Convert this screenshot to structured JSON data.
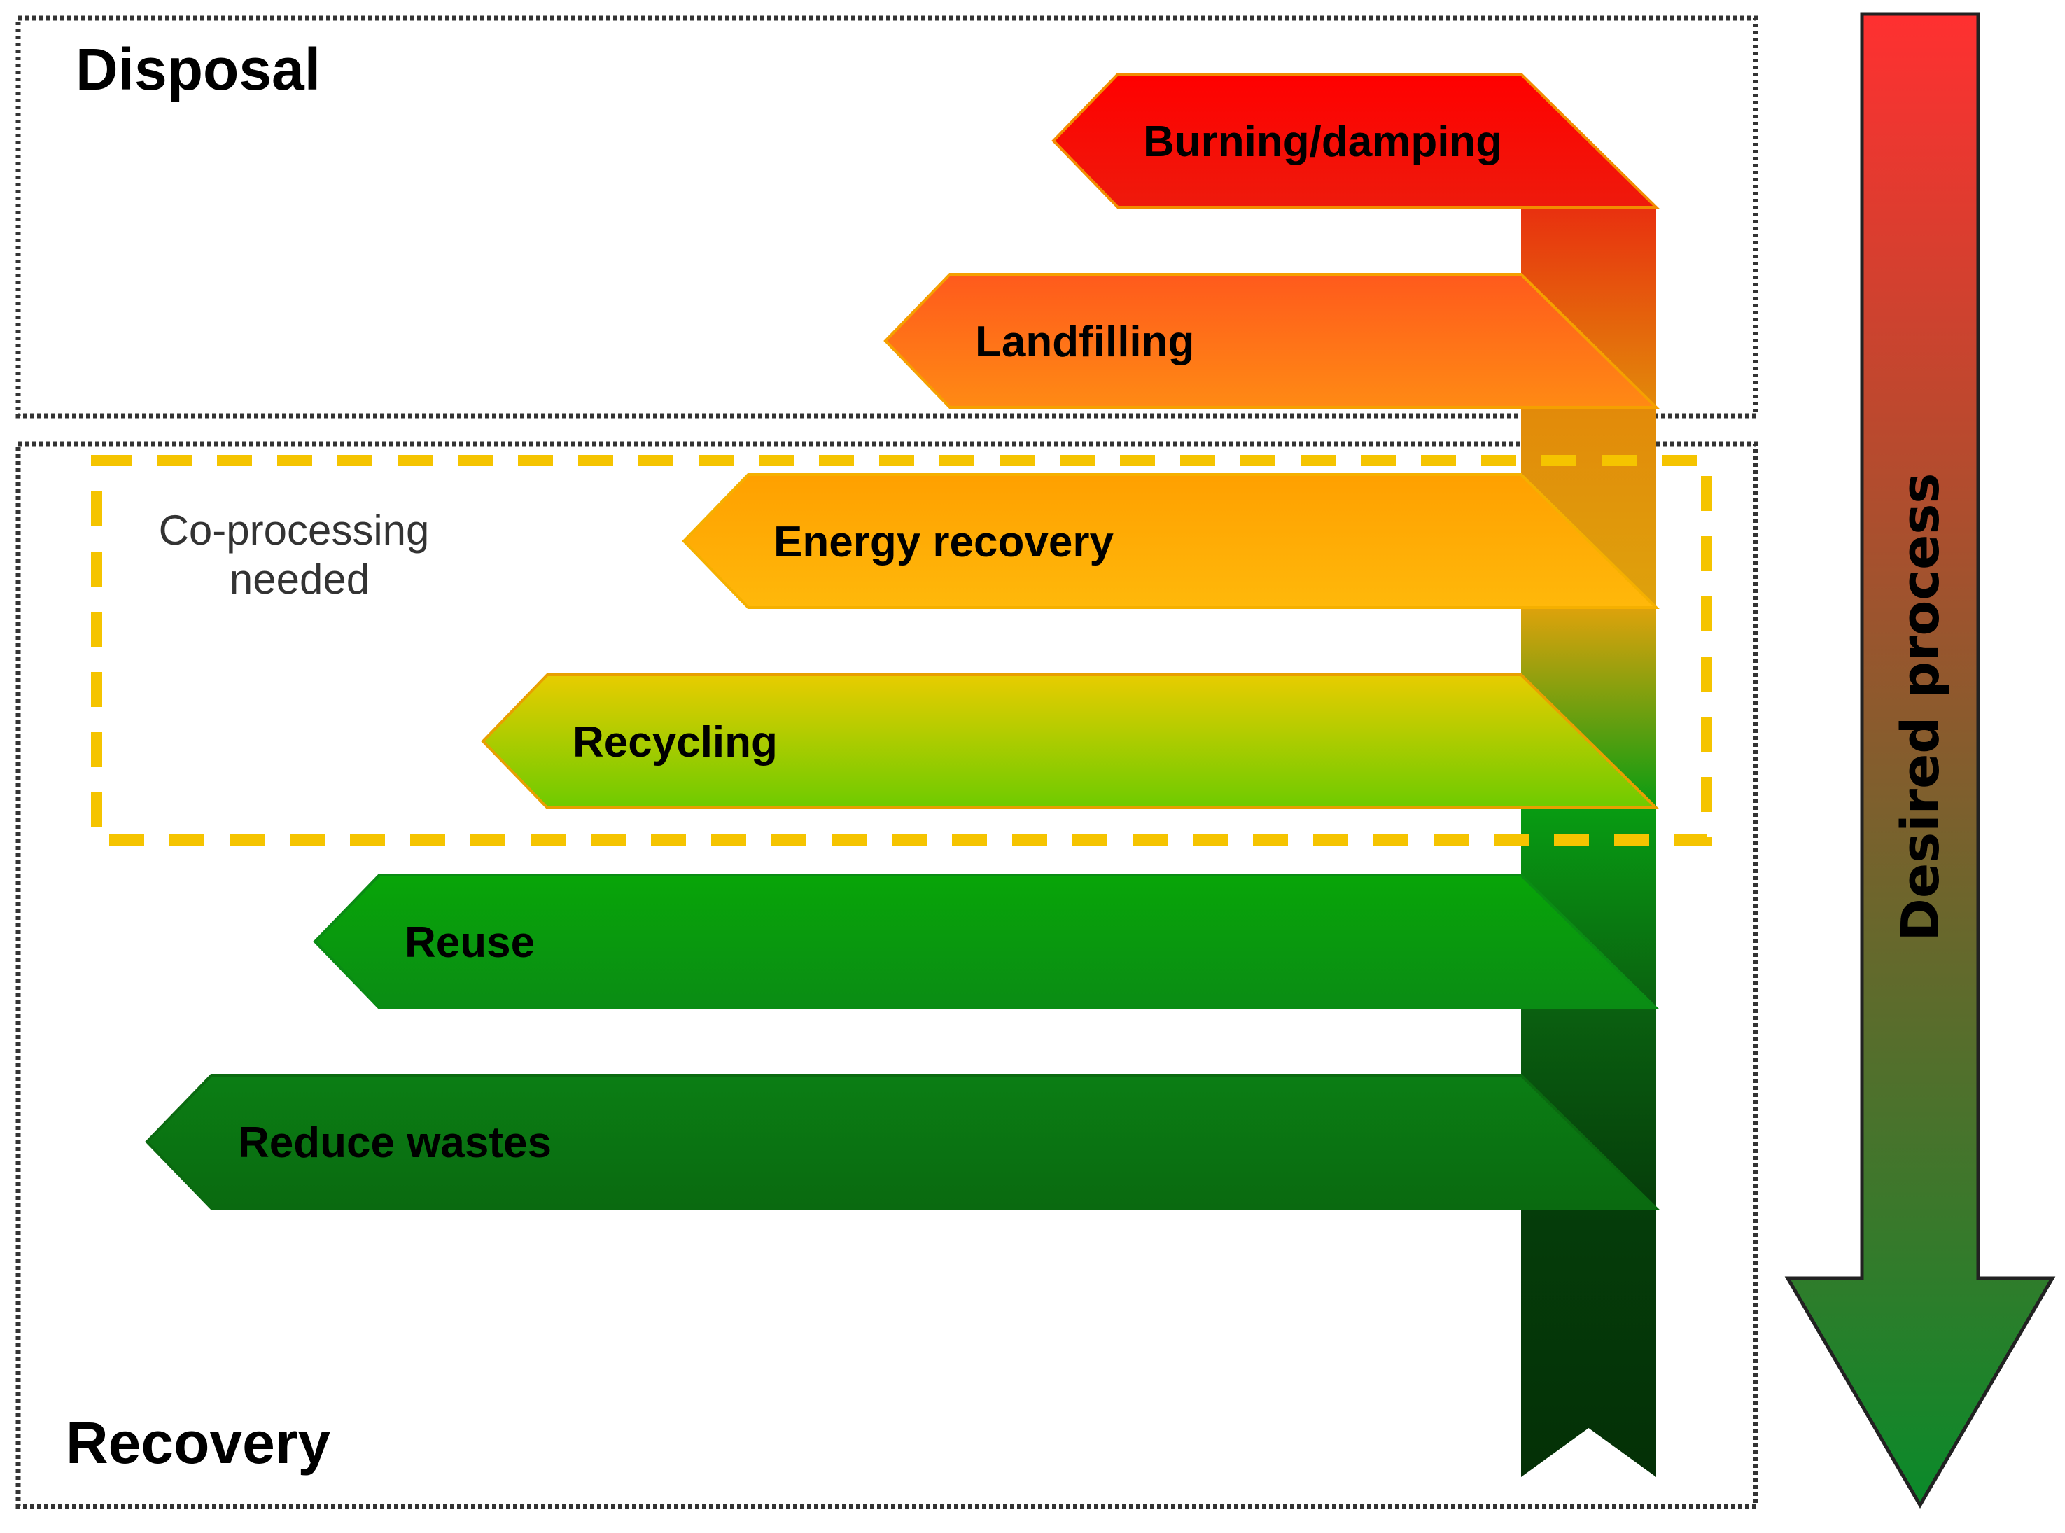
{
  "regions": {
    "disposal": "Disposal",
    "recovery": "Recovery"
  },
  "co_processing": {
    "line1": "Co-processing",
    "line2": "needed",
    "border_color": "#f5c400"
  },
  "steps": [
    {
      "label": "Burning/damping",
      "top_color": "#ff0000",
      "bottom_color": "#ee1a0c",
      "edge_color": "#f28c00"
    },
    {
      "label": "Landfilling",
      "top_color": "#ff5a1c",
      "bottom_color": "#ff8a14",
      "edge_color": "#f5a000"
    },
    {
      "label": "Energy recovery",
      "top_color": "#ffa000",
      "bottom_color": "#ffb80a",
      "edge_color": "#f5b000"
    },
    {
      "label": "Recycling",
      "top_color": "#e8cc00",
      "bottom_color": "#6ecb00",
      "edge_color": "#e8a000"
    },
    {
      "label": "Reuse",
      "top_color": "#08a508",
      "bottom_color": "#0a8c14",
      "edge_color": "#0a8c14"
    },
    {
      "label": "Reduce wastes",
      "top_color": "#0b7e14",
      "bottom_color": "#0a6a10",
      "edge_color": "#0a6a10"
    }
  ],
  "trunk_colors": [
    "#e8300f",
    "#e28a0a",
    "#dea20c",
    "#089c12",
    "#0a6010",
    "#053d0a"
  ],
  "side_arrow": {
    "label": "Desired process",
    "top_color": "#ff3030",
    "bottom_color": "#0a8a2a"
  }
}
